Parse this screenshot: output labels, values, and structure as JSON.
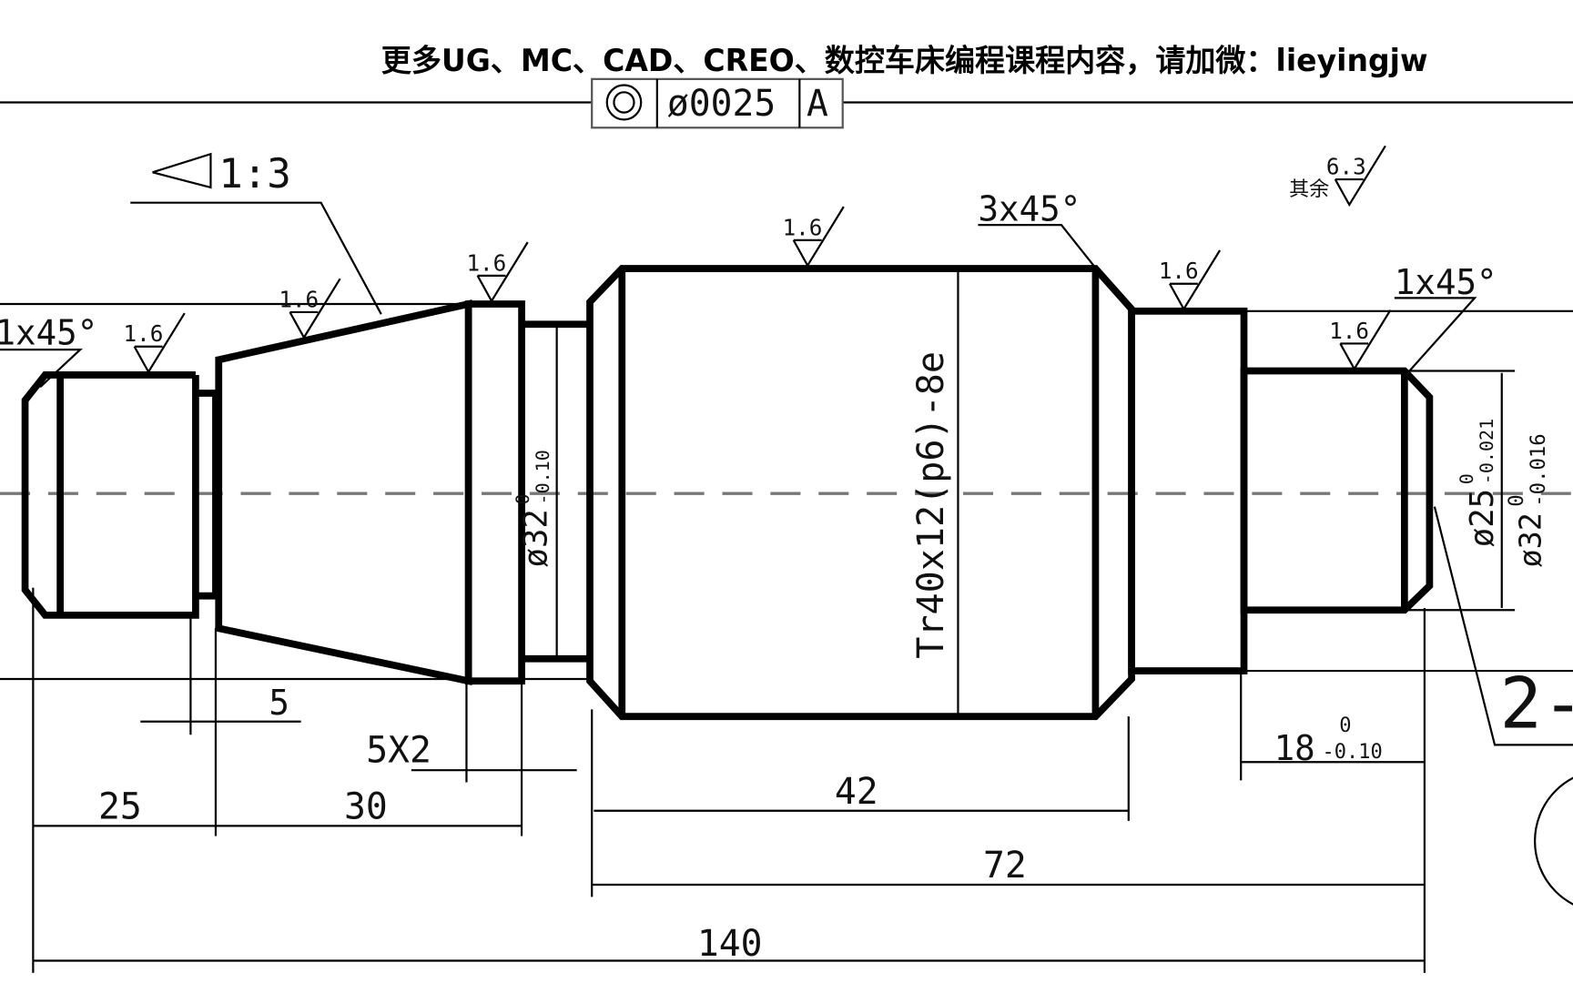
{
  "watermark": "更多UG、MC、CAD、CREO、数控车床编程课程内容，请加微：lieyingjw",
  "tolerance_frame": {
    "symbol": "◎",
    "value": "ø0025",
    "datum": "A"
  },
  "taper": {
    "symbol": "◁",
    "ratio": "1:3"
  },
  "surface_finish": {
    "general": "6.3",
    "general_note": "其余",
    "local": "1.6"
  },
  "chamfers": {
    "left": "1x45°",
    "middle": "3x45°",
    "right": "1x45°"
  },
  "diameters": {
    "collar": "ø32",
    "collar_tol_upper": "0",
    "collar_tol_lower": "-0.10",
    "thread": "Tr40x12(p6)-8e",
    "right_end": "ø25",
    "right_end_tol_upper": "0",
    "right_end_tol_lower": "-0.021",
    "far_right": "ø32",
    "far_right_tol_upper": "0",
    "far_right_tol_lower": "-0.016"
  },
  "lengths": {
    "undercut_width": "5",
    "groove": "5X2",
    "left_thread": "25",
    "taper": "30",
    "thread_body": "42",
    "right_section": "72",
    "total": "140",
    "right_end": "18",
    "right_end_tol_upper": "0",
    "right_end_tol_lower": "-0.10"
  },
  "partial_label": "2-"
}
